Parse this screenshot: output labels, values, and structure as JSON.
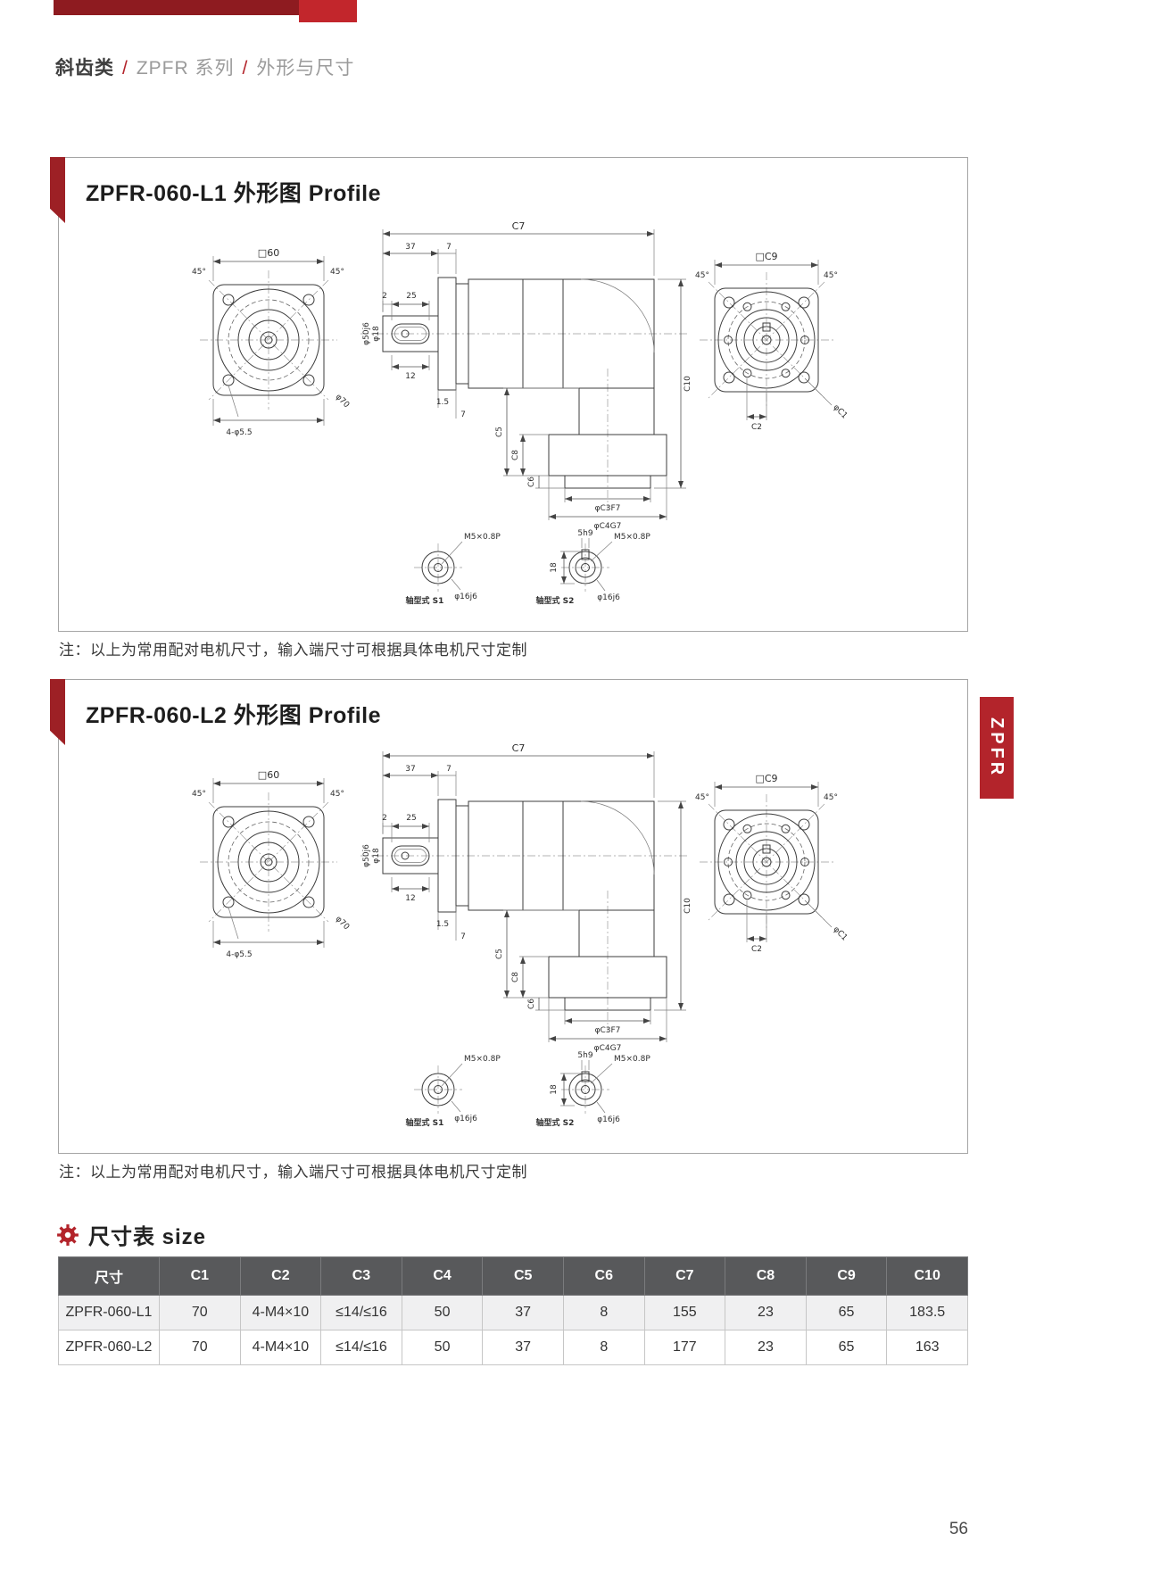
{
  "header": {
    "breadcrumb": {
      "section": "斜齿类",
      "sep1": "/",
      "series": "ZPFR 系列",
      "sep2": "/",
      "page_topic": "外形与尺寸"
    }
  },
  "side_tab": {
    "label": "ZPFR"
  },
  "panels": [
    {
      "title": "ZPFR-060-L1 外形图 Profile",
      "note": "注：以上为常用配对电机尺寸，输入端尺寸可根据具体电机尺寸定制"
    },
    {
      "title": "ZPFR-060-L2 外形图 Profile",
      "note": "注：以上为常用配对电机尺寸，输入端尺寸可根据具体电机尺寸定制"
    }
  ],
  "drawing": {
    "front": {
      "square": "□60",
      "angle_left": "45°",
      "angle_right": "45°",
      "holes": "4-φ5.5",
      "bolt_circle": "φ70"
    },
    "side": {
      "overall": "C7",
      "dim_37": "37",
      "dim_7_top": "7",
      "dim_2": "2",
      "dim_25": "25",
      "dim_12": "12",
      "dim_1_5": "1.5",
      "dim_7_bottom": "7",
      "phi_50": "φ50j6",
      "phi_18": "φ18",
      "c10": "C10",
      "c5": "C5",
      "c8": "C8",
      "c6": "C6",
      "phi_c3": "φC3F7",
      "phi_c4": "φC4G7"
    },
    "rear": {
      "square": "□C9",
      "angle_left": "45°",
      "angle_right": "45°",
      "c2": "C2",
      "phi_c1": "φC1"
    },
    "shaft_s1": {
      "thread": "M5×0.8P",
      "label": "轴型式 S1",
      "phi": "φ16j6"
    },
    "shaft_s2": {
      "key": "5h9",
      "thread": "M5×0.8P",
      "dim_18": "18",
      "label": "轴型式 S2",
      "phi": "φ16j6"
    }
  },
  "size_table": {
    "icon": "gear-icon",
    "title": "尺寸表 size",
    "headers": [
      "尺寸",
      "C1",
      "C2",
      "C3",
      "C4",
      "C5",
      "C6",
      "C7",
      "C8",
      "C9",
      "C10"
    ],
    "rows": [
      [
        "ZPFR-060-L1",
        "70",
        "4-M4×10",
        "≤14/≤16",
        "50",
        "37",
        "8",
        "155",
        "23",
        "65",
        "183.5"
      ],
      [
        "ZPFR-060-L2",
        "70",
        "4-M4×10",
        "≤14/≤16",
        "50",
        "37",
        "8",
        "177",
        "23",
        "65",
        "163"
      ]
    ]
  },
  "footer": {
    "page_number": "56"
  }
}
